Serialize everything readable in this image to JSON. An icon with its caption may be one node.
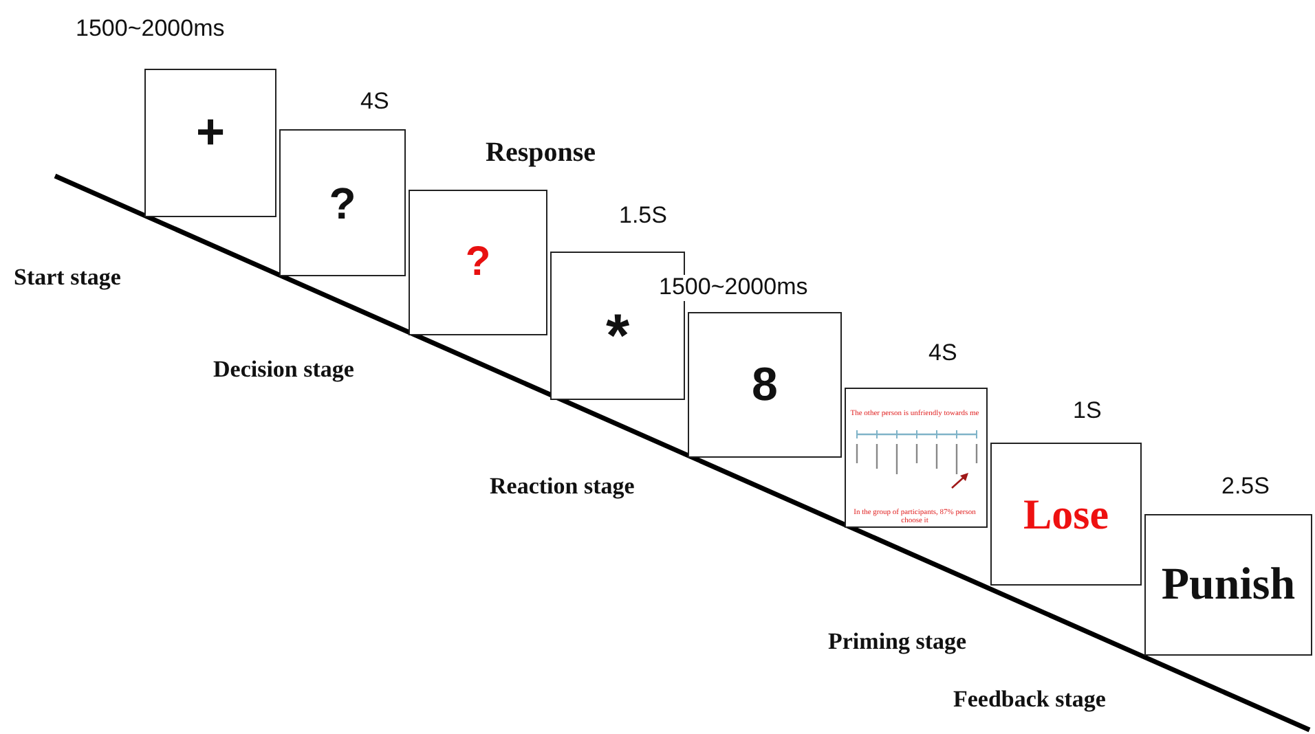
{
  "diagram": {
    "nodes": [
      {
        "text": [
          "+"
        ],
        "beside": [
          "1500~2000ms"
        ]
      },
      {
        "text": [
          "?"
        ],
        "beside": [
          "4S"
        ]
      },
      {
        "text": [
          "?"
        ],
        "beside": [
          "Response"
        ]
      },
      {
        "text": [
          "*"
        ],
        "beside": [
          "1.5S"
        ]
      },
      {
        "text": [
          "8"
        ]
      },
      {
        "text": [
          "The other person is unfriendly towards me",
          "In the group of participants, 87% person choose it"
        ],
        "beside": [
          "4S"
        ]
      },
      {
        "text": [
          "Lose"
        ],
        "beside": [
          "1S"
        ]
      },
      {
        "text": [
          "Punish"
        ],
        "beside": [
          "2.5S"
        ]
      }
    ],
    "edges": [],
    "labels": [
      "Start stage",
      "1500~2000ms",
      "Decision stage",
      "Reaction stage",
      "Priming stage",
      "Feedback stage"
    ]
  }
}
